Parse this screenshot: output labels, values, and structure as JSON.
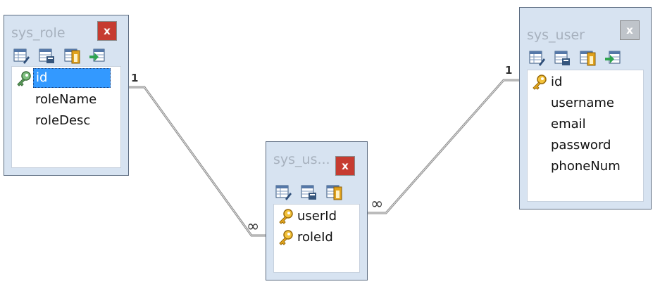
{
  "tables": [
    {
      "title": "sys_role",
      "close_style": "red",
      "fields": [
        {
          "name": "id",
          "key": "primary-green",
          "selected": true
        },
        {
          "name": "roleName",
          "key": "",
          "selected": false
        },
        {
          "name": "roleDesc",
          "key": "",
          "selected": false
        }
      ]
    },
    {
      "title": "sys_us...",
      "close_style": "red",
      "fields": [
        {
          "name": "userId",
          "key": "primary-gold",
          "selected": false
        },
        {
          "name": "roleId",
          "key": "primary-gold",
          "selected": false
        }
      ]
    },
    {
      "title": "sys_user",
      "close_style": "gray",
      "fields": [
        {
          "name": "id",
          "key": "primary-gold",
          "selected": false
        },
        {
          "name": "username",
          "key": "",
          "selected": false
        },
        {
          "name": "email",
          "key": "",
          "selected": false
        },
        {
          "name": "password",
          "key": "",
          "selected": false
        },
        {
          "name": "phoneNum",
          "key": "",
          "selected": false
        }
      ]
    }
  ],
  "close_glyph": "x",
  "toolbar_icons": [
    "table-edit-icon",
    "table-view-icon",
    "table-key-icon",
    "table-add-icon"
  ],
  "relations": [
    {
      "from": "sys_role",
      "to": "sys_us...",
      "from_card": "1",
      "to_card": "∞"
    },
    {
      "from": "sys_user",
      "to": "sys_us...",
      "from_card": "1",
      "to_card": "∞"
    }
  ],
  "colors": {
    "window_bg": "#d7e3f1",
    "title_text": "#a7b1be",
    "selection": "#3399ff",
    "close_red": "#c63b30",
    "close_gray": "#bfc4ca",
    "connector": "#8a8a8a"
  }
}
